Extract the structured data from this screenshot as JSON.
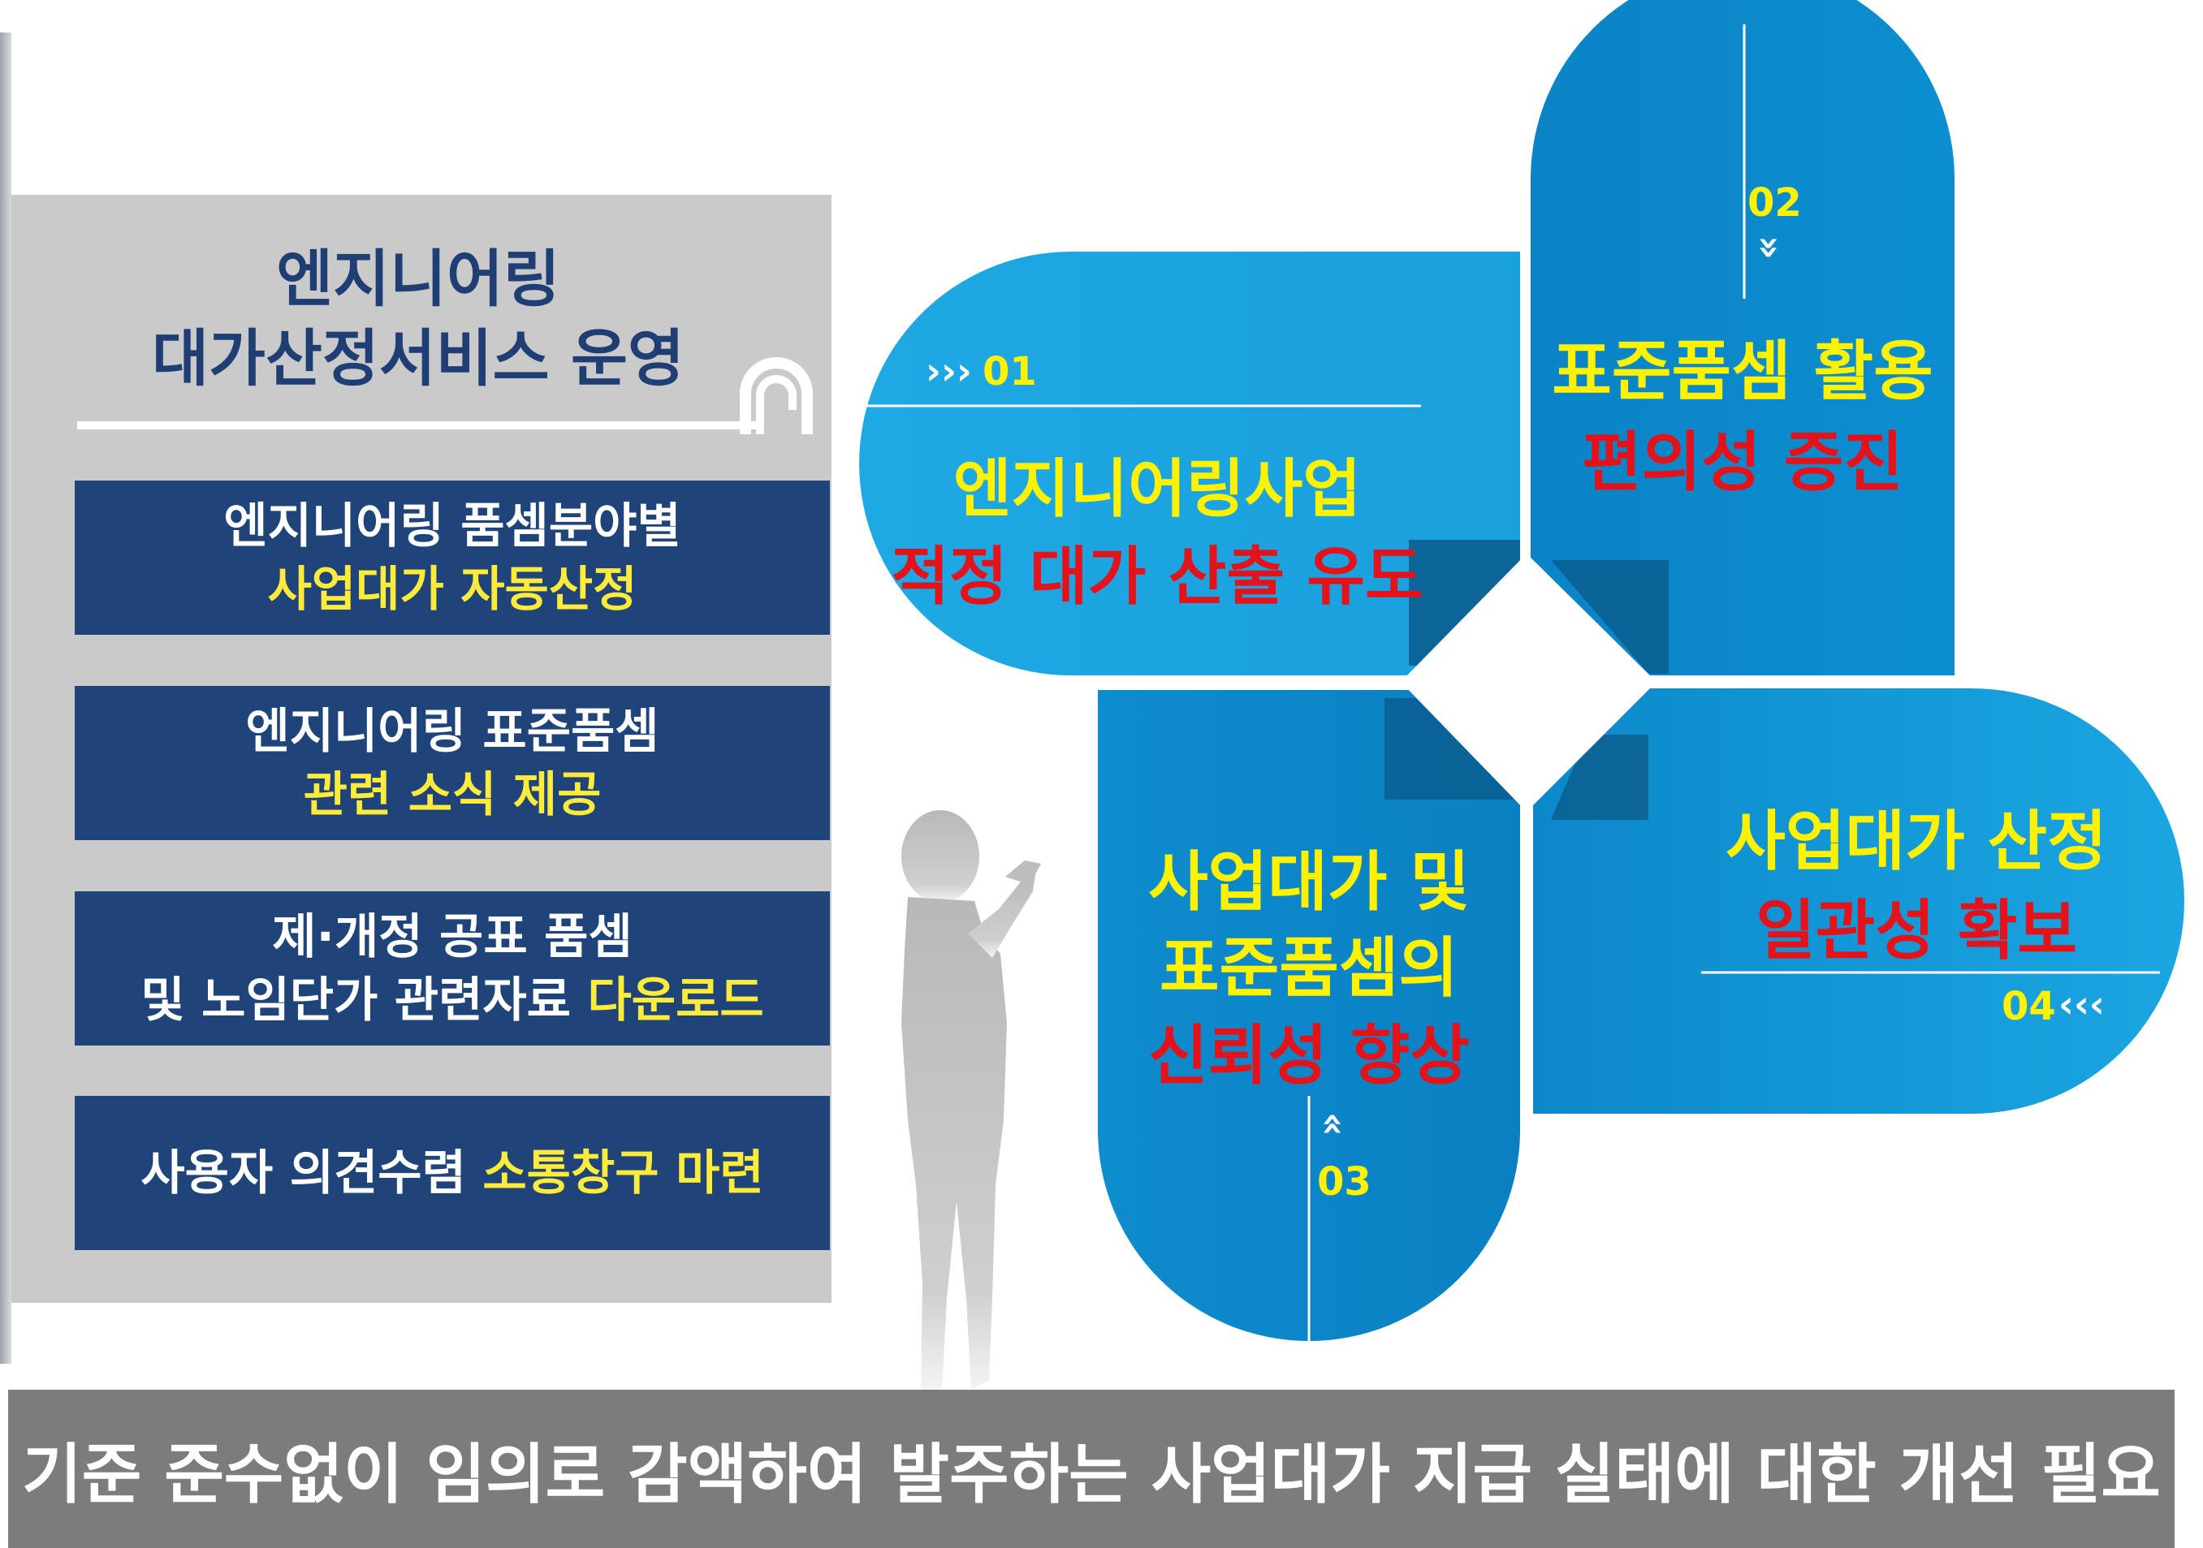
{
  "colors": {
    "panel_bg": "#cacaca",
    "title_navy": "#1f3e74",
    "box_navy": "#1f4479",
    "highlight_yellow": "#ffeb3b",
    "petal_blue": "#1aa3e0",
    "petal_blue_dark": "#0a7fc0",
    "petal_text_yellow": "#fff200",
    "petal_text_red": "#e3131b",
    "footer_gray": "#7c7c7c"
  },
  "panel": {
    "title_line1": "엔지니어링",
    "title_line2": "대가산정서비스 운영",
    "boxes": [
      {
        "line1": "엔지니어링 품셈분야별",
        "line2_highlight": "사업대가 자동산정"
      },
      {
        "line1": "엔지니어링 표준품셈",
        "line2_highlight": "관련 소식 제공"
      },
      {
        "line1": "제·개정 공표 품셈",
        "line2_prefix": "및 노임단가 관련자료 ",
        "line2_highlight": "다운로드"
      },
      {
        "line1_prefix": "사용자 의견수렴 ",
        "line1_highlight": "소통창구 마련"
      }
    ]
  },
  "petals": [
    {
      "num": "01",
      "arrow": "›››",
      "line1": "엔지니어링사업",
      "line2": "적정 대가 산출 유도"
    },
    {
      "num": "02",
      "arrow": "»",
      "line1": "표준품셈 활용",
      "line2": "편의성 증진"
    },
    {
      "num": "03",
      "arrow": "«",
      "line1": "사업대가 및",
      "line2": "표준품셈의",
      "line3": "신뢰성 향상"
    },
    {
      "num": "04",
      "arrow": "‹‹‹",
      "line1": "사업대가 산정",
      "line2": "일관성 확보"
    }
  ],
  "footer": {
    "text": "기준 준수없이 임의로 감액하여 발주하는 사업대가 지급 실태에 대한 개선 필요"
  }
}
